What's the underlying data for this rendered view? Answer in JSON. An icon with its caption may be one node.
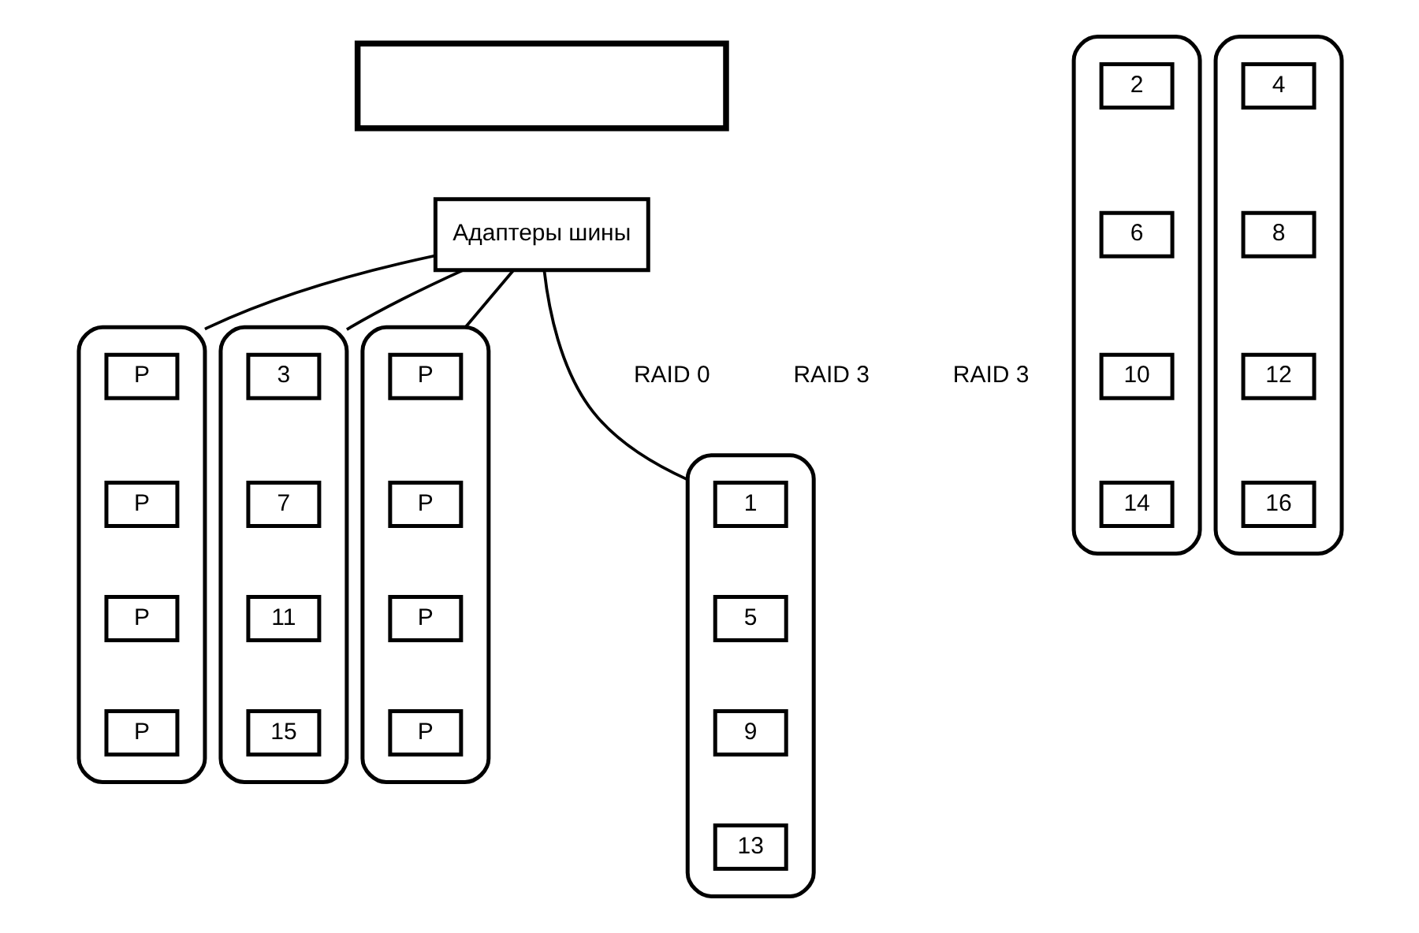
{
  "diagram": {
    "nodes": [
      {
        "text": [],
        "shape": "box"
      },
      {
        "text": [
          "Адаптеры шины"
        ]
      },
      {
        "text": [],
        "shape": "cylinder"
      },
      {
        "text": [
          "1"
        ],
        "in": 2
      },
      {
        "text": [
          "5"
        ],
        "in": 2
      },
      {
        "text": [
          "9"
        ],
        "in": 2
      },
      {
        "text": [
          "13"
        ],
        "in": 2
      },
      {
        "text": [],
        "shape": "cylinder"
      },
      {
        "text": [
          "2"
        ],
        "in": 7
      },
      {
        "text": [
          "6"
        ],
        "in": 7
      },
      {
        "text": [
          "10"
        ],
        "in": 7
      },
      {
        "text": [
          "14"
        ],
        "in": 7
      },
      {
        "text": [],
        "shape": "cylinder"
      },
      {
        "text": [
          "P"
        ],
        "in": 12
      },
      {
        "text": [
          "P"
        ],
        "in": 12
      },
      {
        "text": [
          "P"
        ],
        "in": 12
      },
      {
        "text": [
          "P"
        ],
        "in": 12
      },
      {
        "text": [],
        "shape": "cylinder"
      },
      {
        "text": [
          "3"
        ],
        "in": 17
      },
      {
        "text": [
          "7"
        ],
        "in": 17
      },
      {
        "text": [
          "11"
        ],
        "in": 17
      },
      {
        "text": [
          "15"
        ],
        "in": 17
      },
      {
        "text": [],
        "shape": "cylinder"
      },
      {
        "text": [
          "4"
        ],
        "in": 22
      },
      {
        "text": [
          "8"
        ],
        "in": 22
      },
      {
        "text": [
          "12"
        ],
        "in": 22
      },
      {
        "text": [
          "16"
        ],
        "in": 22
      },
      {
        "text": [],
        "shape": "cylinder"
      },
      {
        "text": [
          "P"
        ],
        "in": 27
      },
      {
        "text": [
          "P"
        ],
        "in": 27
      },
      {
        "text": [
          "P"
        ],
        "in": 27
      },
      {
        "text": [
          "P"
        ],
        "in": 27
      }
    ],
    "edges": [
      {
        "from": 1,
        "to": 2,
        "arrow": "none"
      },
      {
        "from": 1,
        "to": 12,
        "arrow": "none"
      },
      {
        "from": 1,
        "to": 17,
        "arrow": "none"
      },
      {
        "from": 1,
        "to": 27,
        "arrow": "none"
      }
    ],
    "labels": [
      "RAID 0",
      "RAID 3",
      "RAID 3"
    ]
  }
}
